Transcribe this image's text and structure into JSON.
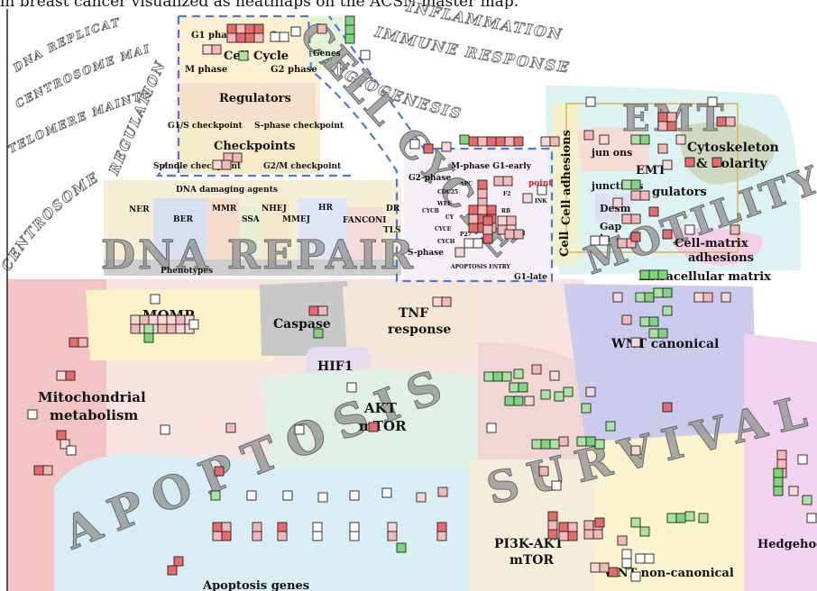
{
  "caption": "in breast cancer visualized as heatmaps on the ACSN master map.",
  "colors": {
    "red": "#e86a6a",
    "light_red": "#f4b8b8",
    "pink": "#f7d7d7",
    "light_green": "#a8e6a0",
    "green": "#7fd67a",
    "white": "#ffffff",
    "dashed_border": "#4f78d8"
  },
  "arc_labels": {
    "dna_replication": "DNA REPLICATION",
    "centrosome_maintenance": "CENTROSOME MAINTENANCE",
    "telomere_maintenance": "TELOMERE MAINTENANCE",
    "centrosome": "CENTROSOME",
    "regulation": "REGULATION",
    "inflammation": "INFLAMMATION",
    "immune_response": "IMMUNE RESPONSE",
    "angiogenesis": "ANGIOGENESIS"
  },
  "big_labels": {
    "dna_repair": "DNA REPAIR",
    "apoptosis": "APOPTOSIS",
    "survival": "SURVIVAL",
    "cell_cycle": "CELL CYCLE",
    "emt": "EMT",
    "motility": "MOTILITY"
  },
  "module_labels": {
    "g1_phase": "G1 phase",
    "s_phase_top": "S",
    "genes": "Genes",
    "cell_cycle": "Cell Cycle",
    "m_phase": "M phase",
    "g2_phase": "G2 phase",
    "regulators": "Regulators",
    "g1s_checkpoint": "G1/S checkpoint",
    "s_phase_checkpoint": "S-phase checkpoint",
    "checkpoints": "Checkpoints",
    "spindle_checkpoint": "Spindle checkpoint",
    "g2m_checkpoint": "G2/M checkpoint",
    "dna_damaging_agents": "DNA damaging agents",
    "ner": "NER",
    "ber": "BER",
    "mmr": "MMR",
    "ssa": "SSA",
    "nhej": "NHEJ",
    "mmej": "MMEJ",
    "hr": "HR",
    "fanconi": "FANCONI",
    "dr": "DR",
    "tls": "TLS",
    "phenotypes": "Phenotypes",
    "m_phase_g1_early": "M-phase G1-early",
    "g2_phase_small": "G2-phase",
    "apc": "APC",
    "cdc25": "CDC25",
    "wee": "WEE",
    "cycb": "CYCB",
    "cyca": "CY",
    "cyce": "CYCE",
    "cych": "CYCH",
    "rb": "RB",
    "e2f1": "E2F1",
    "p27": "P27",
    "ink": "INK",
    "f2": "F2",
    "point": "point",
    "s_phase_small": "S-phase",
    "apoptosis_entry": "APOPTOSIS ENTRY",
    "g1_late": "G1-late",
    "cell_adhesions": "Cell adhesions",
    "cell_adhesions_side": "Cell",
    "junctions": "jun   ons",
    "emt_regulators": "EMT regulators",
    "emt_regulators_l1": "EMT",
    "emt_regulators_l2": "gulators",
    "junctions_2": "junctions",
    "desmosomes": "Desm",
    "gap_junctions_l1": "Gap",
    "gap_junctions_l2": "ju",
    "cytoskeleton_l1": "Cytoskeleton",
    "cytoskeleton_l2": "& Polarity",
    "cell_matrix_l1": "Cell-matrix",
    "cell_matrix_l2": "adhesions",
    "extracellular_matrix": "Extracellular matrix",
    "momp": "MOMP",
    "caspase": "Caspase",
    "tnf_response_l1": "TNF",
    "tnf_response_l2": "response",
    "hif1": "HIF1",
    "mitochondrial_l1": "Mitochondrial",
    "mitochondrial_l2": "metabolism",
    "akt_l1": "AKT",
    "akt_l2": "mTOR",
    "wnt_canonical": "WNT canonical",
    "pi3k_l1": "PI3K-AKT",
    "pi3k_l2": "mTOR",
    "wnt_noncanonical": "WNT non-canonical",
    "hedgehog": "Hedgehog",
    "apoptosis_genes": "Apoptosis genes"
  }
}
